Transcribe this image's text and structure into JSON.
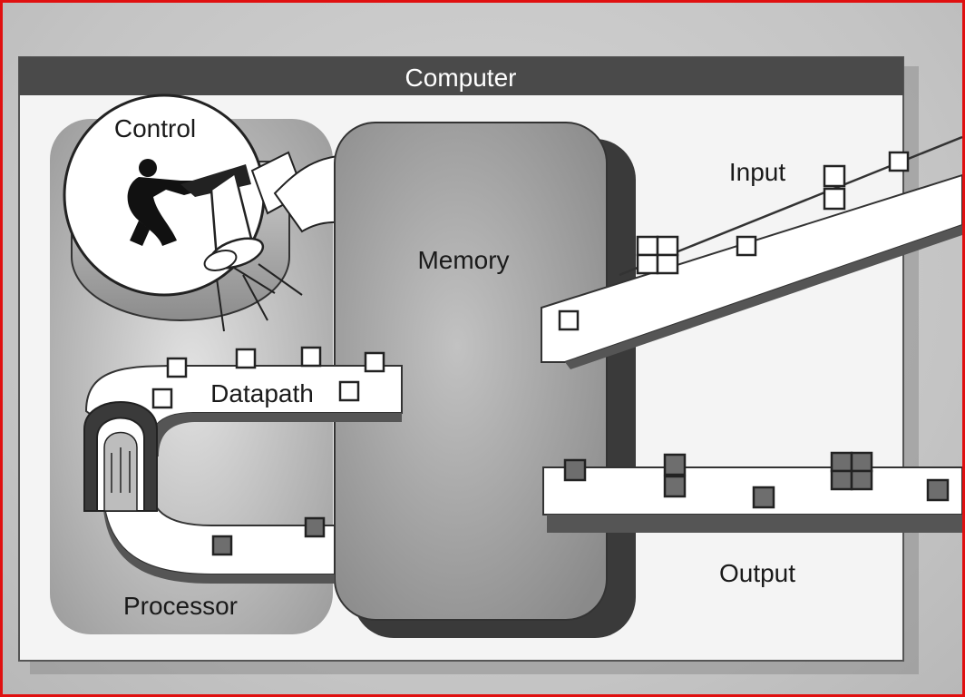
{
  "title": "Computer",
  "labels": {
    "control": "Control",
    "memory": "Memory",
    "input": "Input",
    "datapath": "Datapath",
    "output": "Output",
    "processor": "Processor"
  },
  "colors": {
    "frame_border": "#e01010",
    "title_bar": "#4a4a4a",
    "panel": "#f4f4f4",
    "memory_fill": "#9a9a9a",
    "output_square": "#6e6e6e"
  }
}
